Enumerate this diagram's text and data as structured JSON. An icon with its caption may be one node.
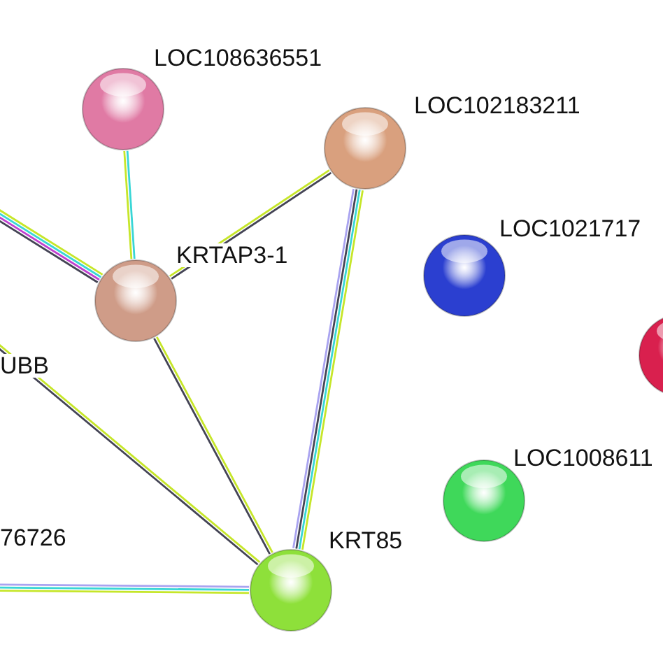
{
  "diagram": {
    "nodes": [
      {
        "text": [
          "LOC108636551"
        ]
      },
      {
        "text": [
          "LOC102183211"
        ]
      },
      {
        "text": [
          "KRTAP3-1"
        ]
      },
      {
        "text": [
          "LOC1021717"
        ]
      },
      {
        "text": [],
        "shape": "circle"
      },
      {
        "text": [
          "LOC1008611"
        ]
      },
      {
        "text": [
          "KRT85"
        ]
      }
    ],
    "edges": [
      {
        "from": 0,
        "to": 2,
        "arrow": "none"
      },
      {
        "from": 1,
        "to": 2,
        "arrow": "none",
        "color": "#444455"
      },
      {
        "from": 2,
        "to": 6,
        "arrow": "none",
        "color": "#c6e629"
      },
      {
        "from": 1,
        "to": 6,
        "arrow": "none"
      },
      {
        "from": null,
        "to": 2,
        "arrow": "none",
        "color": "#c040d0"
      },
      {
        "from": null,
        "to": 6,
        "arrow": "none",
        "color": "#c6e629"
      },
      {
        "from": null,
        "to": 6,
        "arrow": "none",
        "color": "#a9a3f0"
      }
    ],
    "labels": [
      "UBB",
      "76726"
    ]
  }
}
